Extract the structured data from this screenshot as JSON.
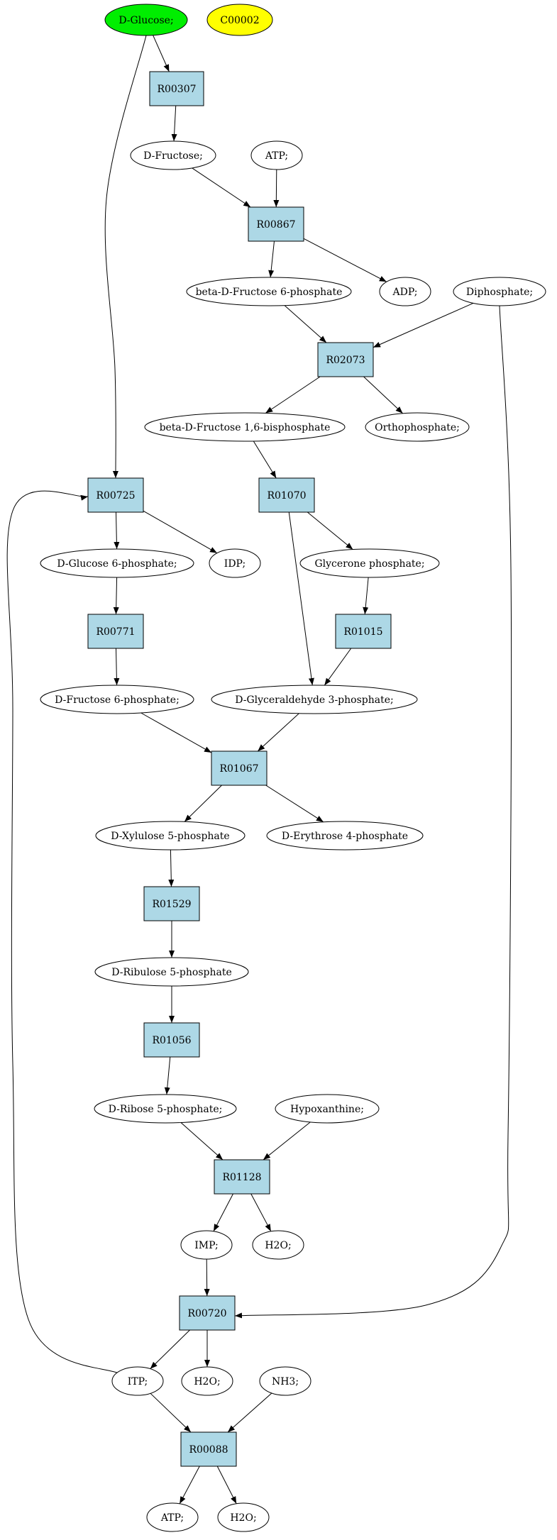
{
  "colors": {
    "reaction_fill": "#add8e6",
    "start_fill": "#00ee00",
    "highlight_fill": "#ffff00",
    "compound_fill": "#ffffff",
    "stroke": "#000000"
  },
  "nodes": [
    {
      "id": "d_glucose",
      "label": "D-Glucose;",
      "kind": "compound",
      "fill": "start"
    },
    {
      "id": "c00002",
      "label": "C00002",
      "kind": "compound",
      "fill": "highlight"
    },
    {
      "id": "r00307",
      "label": "R00307",
      "kind": "reaction"
    },
    {
      "id": "d_fructose",
      "label": "D-Fructose;",
      "kind": "compound"
    },
    {
      "id": "atp_1",
      "label": "ATP;",
      "kind": "compound"
    },
    {
      "id": "r00867",
      "label": "R00867",
      "kind": "reaction"
    },
    {
      "id": "b_fru6p",
      "label": "beta-D-Fructose 6-phosphate",
      "kind": "compound"
    },
    {
      "id": "adp",
      "label": "ADP;",
      "kind": "compound"
    },
    {
      "id": "diphosphate",
      "label": "Diphosphate;",
      "kind": "compound"
    },
    {
      "id": "r02073",
      "label": "R02073",
      "kind": "reaction"
    },
    {
      "id": "b_fru16bp",
      "label": "beta-D-Fructose 1,6-bisphosphate",
      "kind": "compound"
    },
    {
      "id": "orthophosphate",
      "label": "Orthophosphate;",
      "kind": "compound"
    },
    {
      "id": "r00725",
      "label": "R00725",
      "kind": "reaction"
    },
    {
      "id": "r01070",
      "label": "R01070",
      "kind": "reaction"
    },
    {
      "id": "d_glc6p",
      "label": "D-Glucose 6-phosphate;",
      "kind": "compound"
    },
    {
      "id": "idp",
      "label": "IDP;",
      "kind": "compound"
    },
    {
      "id": "glycerone_p",
      "label": "Glycerone phosphate;",
      "kind": "compound"
    },
    {
      "id": "r00771",
      "label": "R00771",
      "kind": "reaction"
    },
    {
      "id": "r01015",
      "label": "R01015",
      "kind": "reaction"
    },
    {
      "id": "d_fru6p",
      "label": "D-Fructose 6-phosphate;",
      "kind": "compound"
    },
    {
      "id": "d_ga3p",
      "label": "D-Glyceraldehyde 3-phosphate;",
      "kind": "compound"
    },
    {
      "id": "r01067",
      "label": "R01067",
      "kind": "reaction"
    },
    {
      "id": "d_xu5p",
      "label": "D-Xylulose 5-phosphate",
      "kind": "compound"
    },
    {
      "id": "d_e4p",
      "label": "D-Erythrose 4-phosphate",
      "kind": "compound"
    },
    {
      "id": "r01529",
      "label": "R01529",
      "kind": "reaction"
    },
    {
      "id": "d_ru5p",
      "label": "D-Ribulose 5-phosphate",
      "kind": "compound"
    },
    {
      "id": "r01056",
      "label": "R01056",
      "kind": "reaction"
    },
    {
      "id": "d_r5p",
      "label": "D-Ribose 5-phosphate;",
      "kind": "compound"
    },
    {
      "id": "hypoxanthine",
      "label": "Hypoxanthine;",
      "kind": "compound"
    },
    {
      "id": "r01128",
      "label": "R01128",
      "kind": "reaction"
    },
    {
      "id": "imp",
      "label": "IMP;",
      "kind": "compound"
    },
    {
      "id": "h2o_1",
      "label": "H2O;",
      "kind": "compound"
    },
    {
      "id": "r00720",
      "label": "R00720",
      "kind": "reaction"
    },
    {
      "id": "itp",
      "label": "ITP;",
      "kind": "compound"
    },
    {
      "id": "h2o_2",
      "label": "H2O;",
      "kind": "compound"
    },
    {
      "id": "nh3",
      "label": "NH3;",
      "kind": "compound"
    },
    {
      "id": "r00088",
      "label": "R00088",
      "kind": "reaction"
    },
    {
      "id": "atp_2",
      "label": "ATP;",
      "kind": "compound"
    },
    {
      "id": "h2o_3",
      "label": "H2O;",
      "kind": "compound"
    }
  ],
  "edges": [
    {
      "from": "d_glucose",
      "to": "r00307"
    },
    {
      "from": "d_glucose",
      "to": "r00725"
    },
    {
      "from": "r00307",
      "to": "d_fructose"
    },
    {
      "from": "d_fructose",
      "to": "r00867"
    },
    {
      "from": "atp_1",
      "to": "r00867"
    },
    {
      "from": "r00867",
      "to": "b_fru6p"
    },
    {
      "from": "r00867",
      "to": "adp"
    },
    {
      "from": "b_fru6p",
      "to": "r02073"
    },
    {
      "from": "diphosphate",
      "to": "r02073"
    },
    {
      "from": "diphosphate",
      "to": "r00720"
    },
    {
      "from": "r02073",
      "to": "b_fru16bp"
    },
    {
      "from": "r02073",
      "to": "orthophosphate"
    },
    {
      "from": "b_fru16bp",
      "to": "r01070"
    },
    {
      "from": "r00725",
      "to": "d_glc6p"
    },
    {
      "from": "r00725",
      "to": "idp"
    },
    {
      "from": "r01070",
      "to": "glycerone_p"
    },
    {
      "from": "r01070",
      "to": "d_ga3p"
    },
    {
      "from": "d_glc6p",
      "to": "r00771"
    },
    {
      "from": "glycerone_p",
      "to": "r01015"
    },
    {
      "from": "r00771",
      "to": "d_fru6p"
    },
    {
      "from": "r01015",
      "to": "d_ga3p"
    },
    {
      "from": "d_fru6p",
      "to": "r01067"
    },
    {
      "from": "d_ga3p",
      "to": "r01067"
    },
    {
      "from": "r01067",
      "to": "d_xu5p"
    },
    {
      "from": "r01067",
      "to": "d_e4p"
    },
    {
      "from": "d_xu5p",
      "to": "r01529"
    },
    {
      "from": "r01529",
      "to": "d_ru5p"
    },
    {
      "from": "d_ru5p",
      "to": "r01056"
    },
    {
      "from": "r01056",
      "to": "d_r5p"
    },
    {
      "from": "d_r5p",
      "to": "r01128"
    },
    {
      "from": "hypoxanthine",
      "to": "r01128"
    },
    {
      "from": "r01128",
      "to": "imp"
    },
    {
      "from": "r01128",
      "to": "h2o_1"
    },
    {
      "from": "imp",
      "to": "r00720"
    },
    {
      "from": "r00720",
      "to": "itp"
    },
    {
      "from": "r00720",
      "to": "h2o_2"
    },
    {
      "from": "itp",
      "to": "r00725"
    },
    {
      "from": "itp",
      "to": "r00088"
    },
    {
      "from": "nh3",
      "to": "r00088"
    },
    {
      "from": "r00088",
      "to": "atp_2"
    },
    {
      "from": "r00088",
      "to": "h2o_3"
    }
  ]
}
